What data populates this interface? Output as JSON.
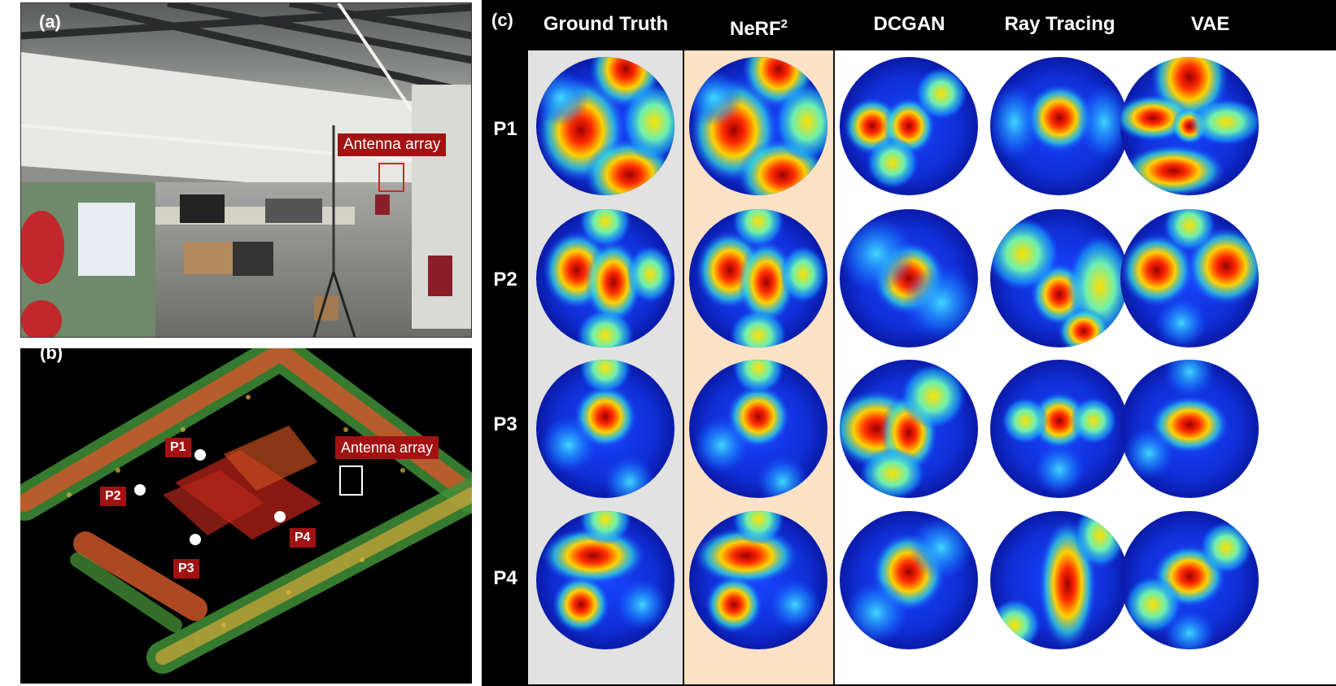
{
  "panel_a": {
    "letter": "(a)",
    "annotation": "Antenna array"
  },
  "panel_b": {
    "letter": "(b)",
    "annotation": "Antenna array",
    "points": [
      "P1",
      "P2",
      "P3",
      "P4"
    ]
  },
  "panel_c": {
    "letter": "(c)",
    "columns": [
      {
        "label": "Ground Truth",
        "sup": ""
      },
      {
        "label": "NeRF",
        "sup": "2"
      },
      {
        "label": "DCGAN",
        "sup": ""
      },
      {
        "label": "Ray Tracing",
        "sup": ""
      },
      {
        "label": "VAE",
        "sup": ""
      }
    ],
    "rows": [
      "P1",
      "P2",
      "P3",
      "P4"
    ],
    "colors": {
      "ground_truth_bg": "#e2e2e2",
      "nerf_bg": "#fbe1c6",
      "others_bg": "#ffffff",
      "tag_red": "#a31212"
    },
    "heatmap_colormap": "jet"
  }
}
